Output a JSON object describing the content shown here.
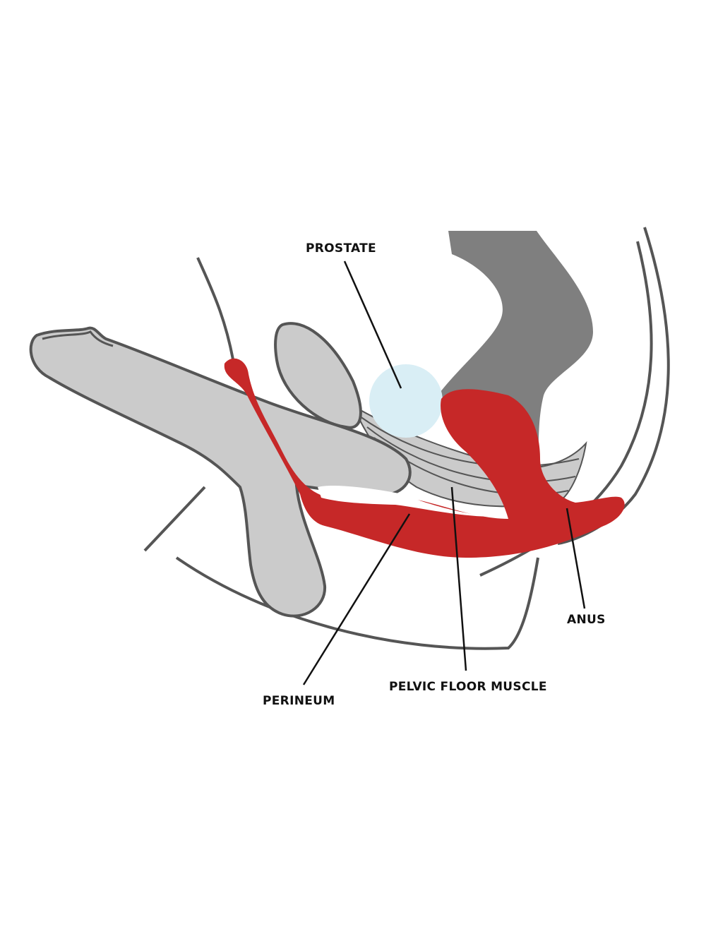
{
  "diagram": {
    "labels": {
      "prostate": "PROSTATE",
      "perineum": "PERINEUM",
      "pelvic_floor_muscle": "PELVIC FLOOR MUSCLE",
      "anus": "ANUS"
    },
    "colors": {
      "muscle_red": "#c62828",
      "tissue_light_gray": "#cbcbcb",
      "rectum_dark_gray": "#7f7f7f",
      "prostate_blue": "#d9eef5",
      "outline": "#555555"
    }
  }
}
